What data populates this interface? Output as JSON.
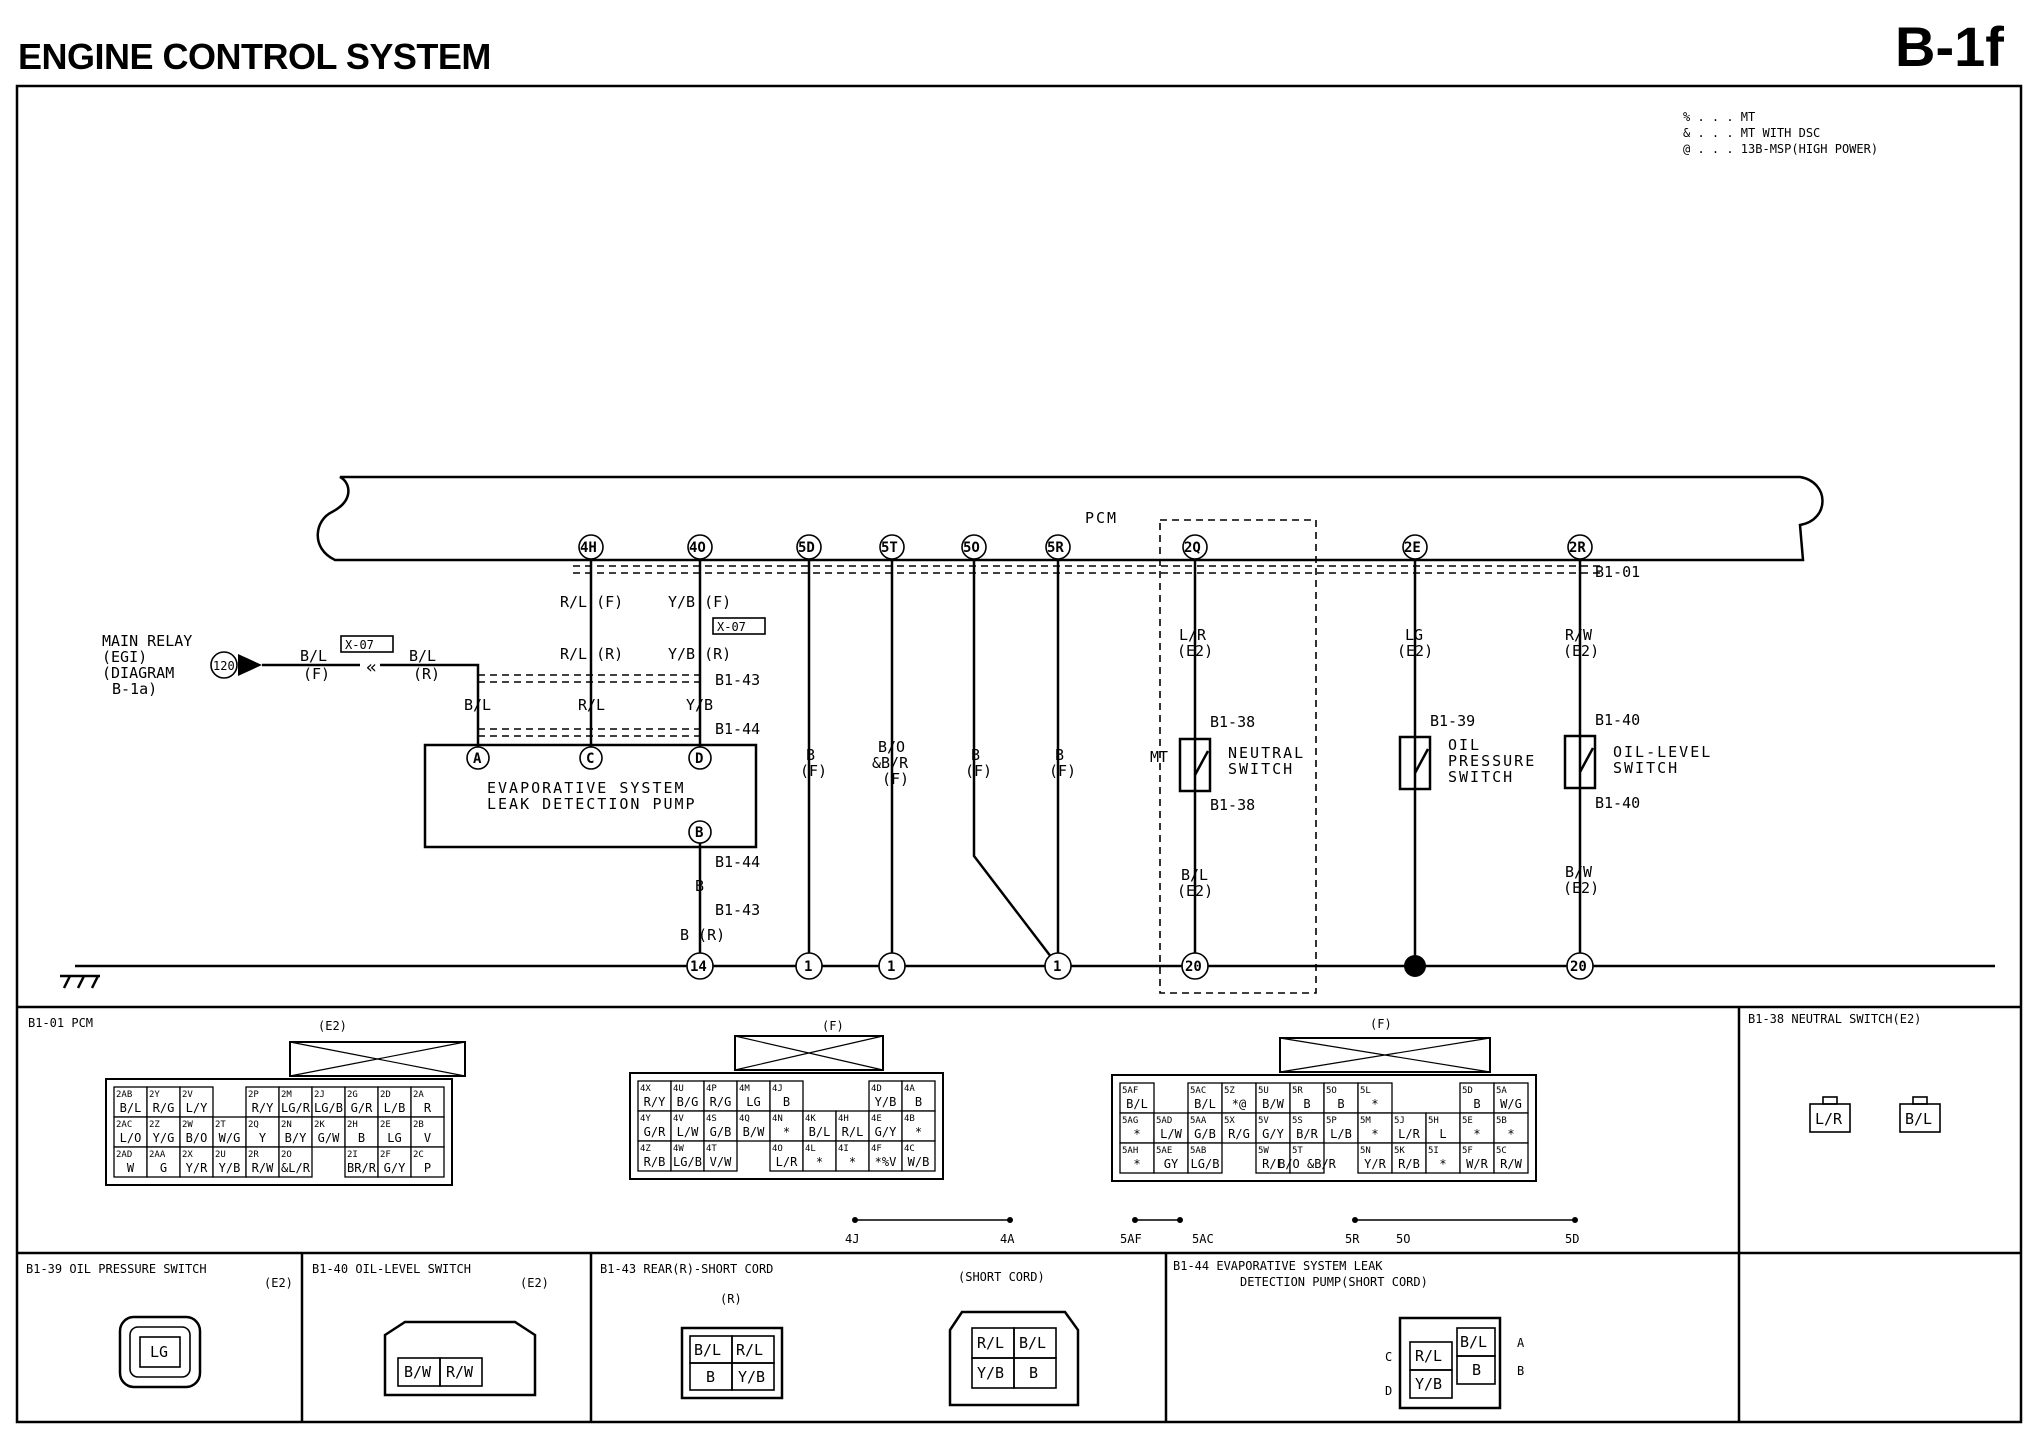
{
  "header": {
    "title": "ENGINE CONTROL SYSTEM",
    "page_code": "B-1f"
  },
  "legend": [
    "% . . . MT",
    "& . . . MT WITH DSC",
    "@ . . . 13B-MSP(HIGH POWER)"
  ],
  "pcm": {
    "label": "PCM"
  },
  "pins": [
    "4H",
    "4O",
    "5D",
    "5T",
    "5O",
    "5R",
    "2Q",
    "2E",
    "2R"
  ],
  "main_relay": {
    "lines": [
      "MAIN RELAY",
      "(EGI)",
      "(DIAGRAM",
      "B-1a)"
    ],
    "ref": "120"
  },
  "wires": {
    "bl_f": "B/L",
    "bl_f2": "(F)",
    "xo7a": "X-07",
    "bl_r": "B/L",
    "bl_r2": "(R)",
    "rl_f": "R/L (F)",
    "yb_f": "Y/B (F)",
    "xo7b": "X-07",
    "rl_r": "R/L (R)",
    "yb_r": "Y/B (R)",
    "bl": "B/L",
    "rl": "R/L",
    "yb": "Y/B",
    "b1": "B",
    "b1b": "(F)",
    "bo": "B/O",
    "bo2": "&B/R",
    "bo3": "(F)",
    "b3": "B",
    "b3b": "(F)",
    "b4": "B",
    "b4b": "(F)",
    "lr": "L/R",
    "lr2": "(E2)",
    "lg": "LG",
    "lg2": "(E2)",
    "rw": "R/W",
    "rw2": "(E2)",
    "bl2": "B/L",
    "bl3": "(E2)",
    "bw": "B/W",
    "bw2": "(E2)",
    "b_bot": "B",
    "b_r": "B (R)",
    "mt": "MT"
  },
  "connectors": {
    "b101": "B1-01",
    "b143a": "B1-43",
    "b144a": "B1-44",
    "b144b": "B1-44",
    "b143b": "B1-43",
    "b138a": "B1-38",
    "b138b": "B1-38",
    "b139": "B1-39",
    "b140a": "B1-40",
    "b140b": "B1-40"
  },
  "pump": {
    "line1": "EVAPORATIVE SYSTEM",
    "line2": "LEAK DETECTION PUMP",
    "pins": [
      "A",
      "C",
      "D",
      "B"
    ]
  },
  "switches": {
    "neutral": [
      "NEUTRAL",
      "SWITCH"
    ],
    "oil_pressure": [
      "OIL",
      "PRESSURE",
      "SWITCH"
    ],
    "oil_level": [
      "OIL-LEVEL",
      "SWITCH"
    ]
  },
  "ground_refs": [
    "14",
    "1",
    "1",
    "1",
    "20",
    "20"
  ],
  "panels": {
    "p1": {
      "title": "B1-01 PCM",
      "sub_e2": "(E2)",
      "sub_f1": "(F)",
      "sub_f2": "(F)",
      "rail1": [
        "4J",
        "4A"
      ],
      "rail2": [
        "5AF",
        "5AC",
        "5R",
        "5O",
        "5D"
      ]
    },
    "p2": {
      "title": "B1-38 NEUTRAL SWITCH(E2)",
      "cells": [
        "L/R",
        "B/L"
      ]
    },
    "p3": {
      "title": "B1-39 OIL PRESSURE SWITCH",
      "sub": "(E2)",
      "cells": [
        "LG"
      ]
    },
    "p4": {
      "title": "B1-40 OIL-LEVEL SWITCH",
      "sub": "(E2)",
      "cells": [
        "B/W",
        "R/W"
      ]
    },
    "p5": {
      "title": "B1-43 REAR(R)-SHORT CORD",
      "r": "(R)",
      "short": "(SHORT CORD)",
      "r_cells": [
        "B/L",
        "R/L",
        "B",
        "Y/B"
      ],
      "s_cells": [
        "R/L",
        "B/L",
        "Y/B",
        "B"
      ]
    },
    "p6": {
      "title1": "B1-44 EVAPORATIVE SYSTEM LEAK",
      "title2": "DETECTION PUMP(SHORT CORD)",
      "cells": [
        "B/L",
        "R/L",
        "B",
        "Y/B"
      ],
      "pins": [
        "A",
        "C",
        "B",
        "D"
      ]
    }
  },
  "pcm_e2": {
    "rows": [
      [
        [
          "2AB",
          "B/L"
        ],
        [
          "2Y",
          "R/G"
        ],
        [
          "2V",
          "L/Y"
        ],
        null,
        [
          "2P",
          "R/Y"
        ],
        [
          "2M",
          "LG/R"
        ],
        [
          "2J",
          "LG/B"
        ],
        [
          "2G",
          "G/R"
        ],
        [
          "2D",
          "L/B"
        ],
        [
          "2A",
          "R"
        ]
      ],
      [
        [
          "2AC",
          "L/O"
        ],
        [
          "2Z",
          "Y/G"
        ],
        [
          "2W",
          "B/O"
        ],
        [
          "2T",
          "W/G"
        ],
        [
          "2Q",
          "Y"
        ],
        [
          "2N",
          "B/Y"
        ],
        [
          "2K",
          "G/W"
        ],
        [
          "2H",
          "B"
        ],
        [
          "2E",
          "LG"
        ],
        [
          "2B",
          "V"
        ]
      ],
      [
        [
          "2AD",
          "W"
        ],
        [
          "2AA",
          "G"
        ],
        [
          "2X",
          "Y/R"
        ],
        [
          "2U",
          "Y/B"
        ],
        [
          "2R",
          "R/W"
        ],
        [
          "2O",
          "&L/R"
        ],
        null,
        [
          "2I",
          "BR/R"
        ],
        [
          "2F",
          "G/Y"
        ],
        [
          "2C",
          "P"
        ]
      ]
    ]
  },
  "pcm_f1": {
    "rows": [
      [
        [
          "4X",
          "R/Y"
        ],
        [
          "4U",
          "B/G"
        ],
        [
          "4P",
          "R/G"
        ],
        [
          "4M",
          "LG"
        ],
        [
          "4J",
          "B"
        ],
        null,
        null,
        [
          "4D",
          "Y/B"
        ],
        [
          "4A",
          "B"
        ]
      ],
      [
        [
          "4Y",
          "G/R"
        ],
        [
          "4V",
          "L/W"
        ],
        [
          "4S",
          "G/B"
        ],
        [
          "4Q",
          "B/W"
        ],
        [
          "4N",
          "*"
        ],
        [
          "4K",
          "B/L"
        ],
        [
          "4H",
          "R/L"
        ],
        [
          "4E",
          "G/Y"
        ],
        [
          "4B",
          "*"
        ]
      ],
      [
        [
          "4Z",
          "R/B"
        ],
        [
          "4W",
          "LG/B"
        ],
        [
          "4T",
          "V/W"
        ],
        null,
        [
          "4O",
          "L/R"
        ],
        [
          "4L",
          "*"
        ],
        [
          "4I",
          "*"
        ],
        [
          "4F",
          "*%V"
        ],
        [
          "4C",
          "W/B"
        ]
      ]
    ]
  },
  "pcm_f2": {
    "rows": [
      [
        [
          "5AF",
          "B/L"
        ],
        null,
        [
          "5AC",
          "B/L"
        ],
        [
          "5Z",
          "*@"
        ],
        [
          "5U",
          "B/W"
        ],
        [
          "5R",
          "B"
        ],
        [
          "5O",
          "B"
        ],
        [
          "5L",
          "*"
        ],
        null,
        null,
        [
          "5D",
          "B"
        ],
        [
          "5A",
          "W/G"
        ]
      ],
      [
        [
          "5AG",
          "*"
        ],
        [
          "5AD",
          "L/W"
        ],
        [
          "5AA",
          "G/B"
        ],
        [
          "5X",
          "R/G"
        ],
        [
          "5V",
          "G/Y"
        ],
        [
          "5S",
          "B/R"
        ],
        [
          "5P",
          "L/B"
        ],
        [
          "5M",
          "*"
        ],
        [
          "5J",
          "L/R"
        ],
        [
          "5H",
          "L"
        ],
        [
          "5E",
          "*"
        ],
        [
          "5B",
          "*"
        ]
      ],
      [
        [
          "5AH",
          "*"
        ],
        [
          "5AE",
          "GY"
        ],
        [
          "5AB",
          "LG/B"
        ],
        null,
        [
          "5W",
          "R/L"
        ],
        [
          "5T",
          "B/O &B/R"
        ],
        null,
        [
          "5N",
          "Y/R"
        ],
        [
          "5K",
          "R/B"
        ],
        [
          "5I",
          "*"
        ],
        [
          "5F",
          "W/R"
        ],
        [
          "5C",
          "R/W"
        ]
      ]
    ]
  }
}
